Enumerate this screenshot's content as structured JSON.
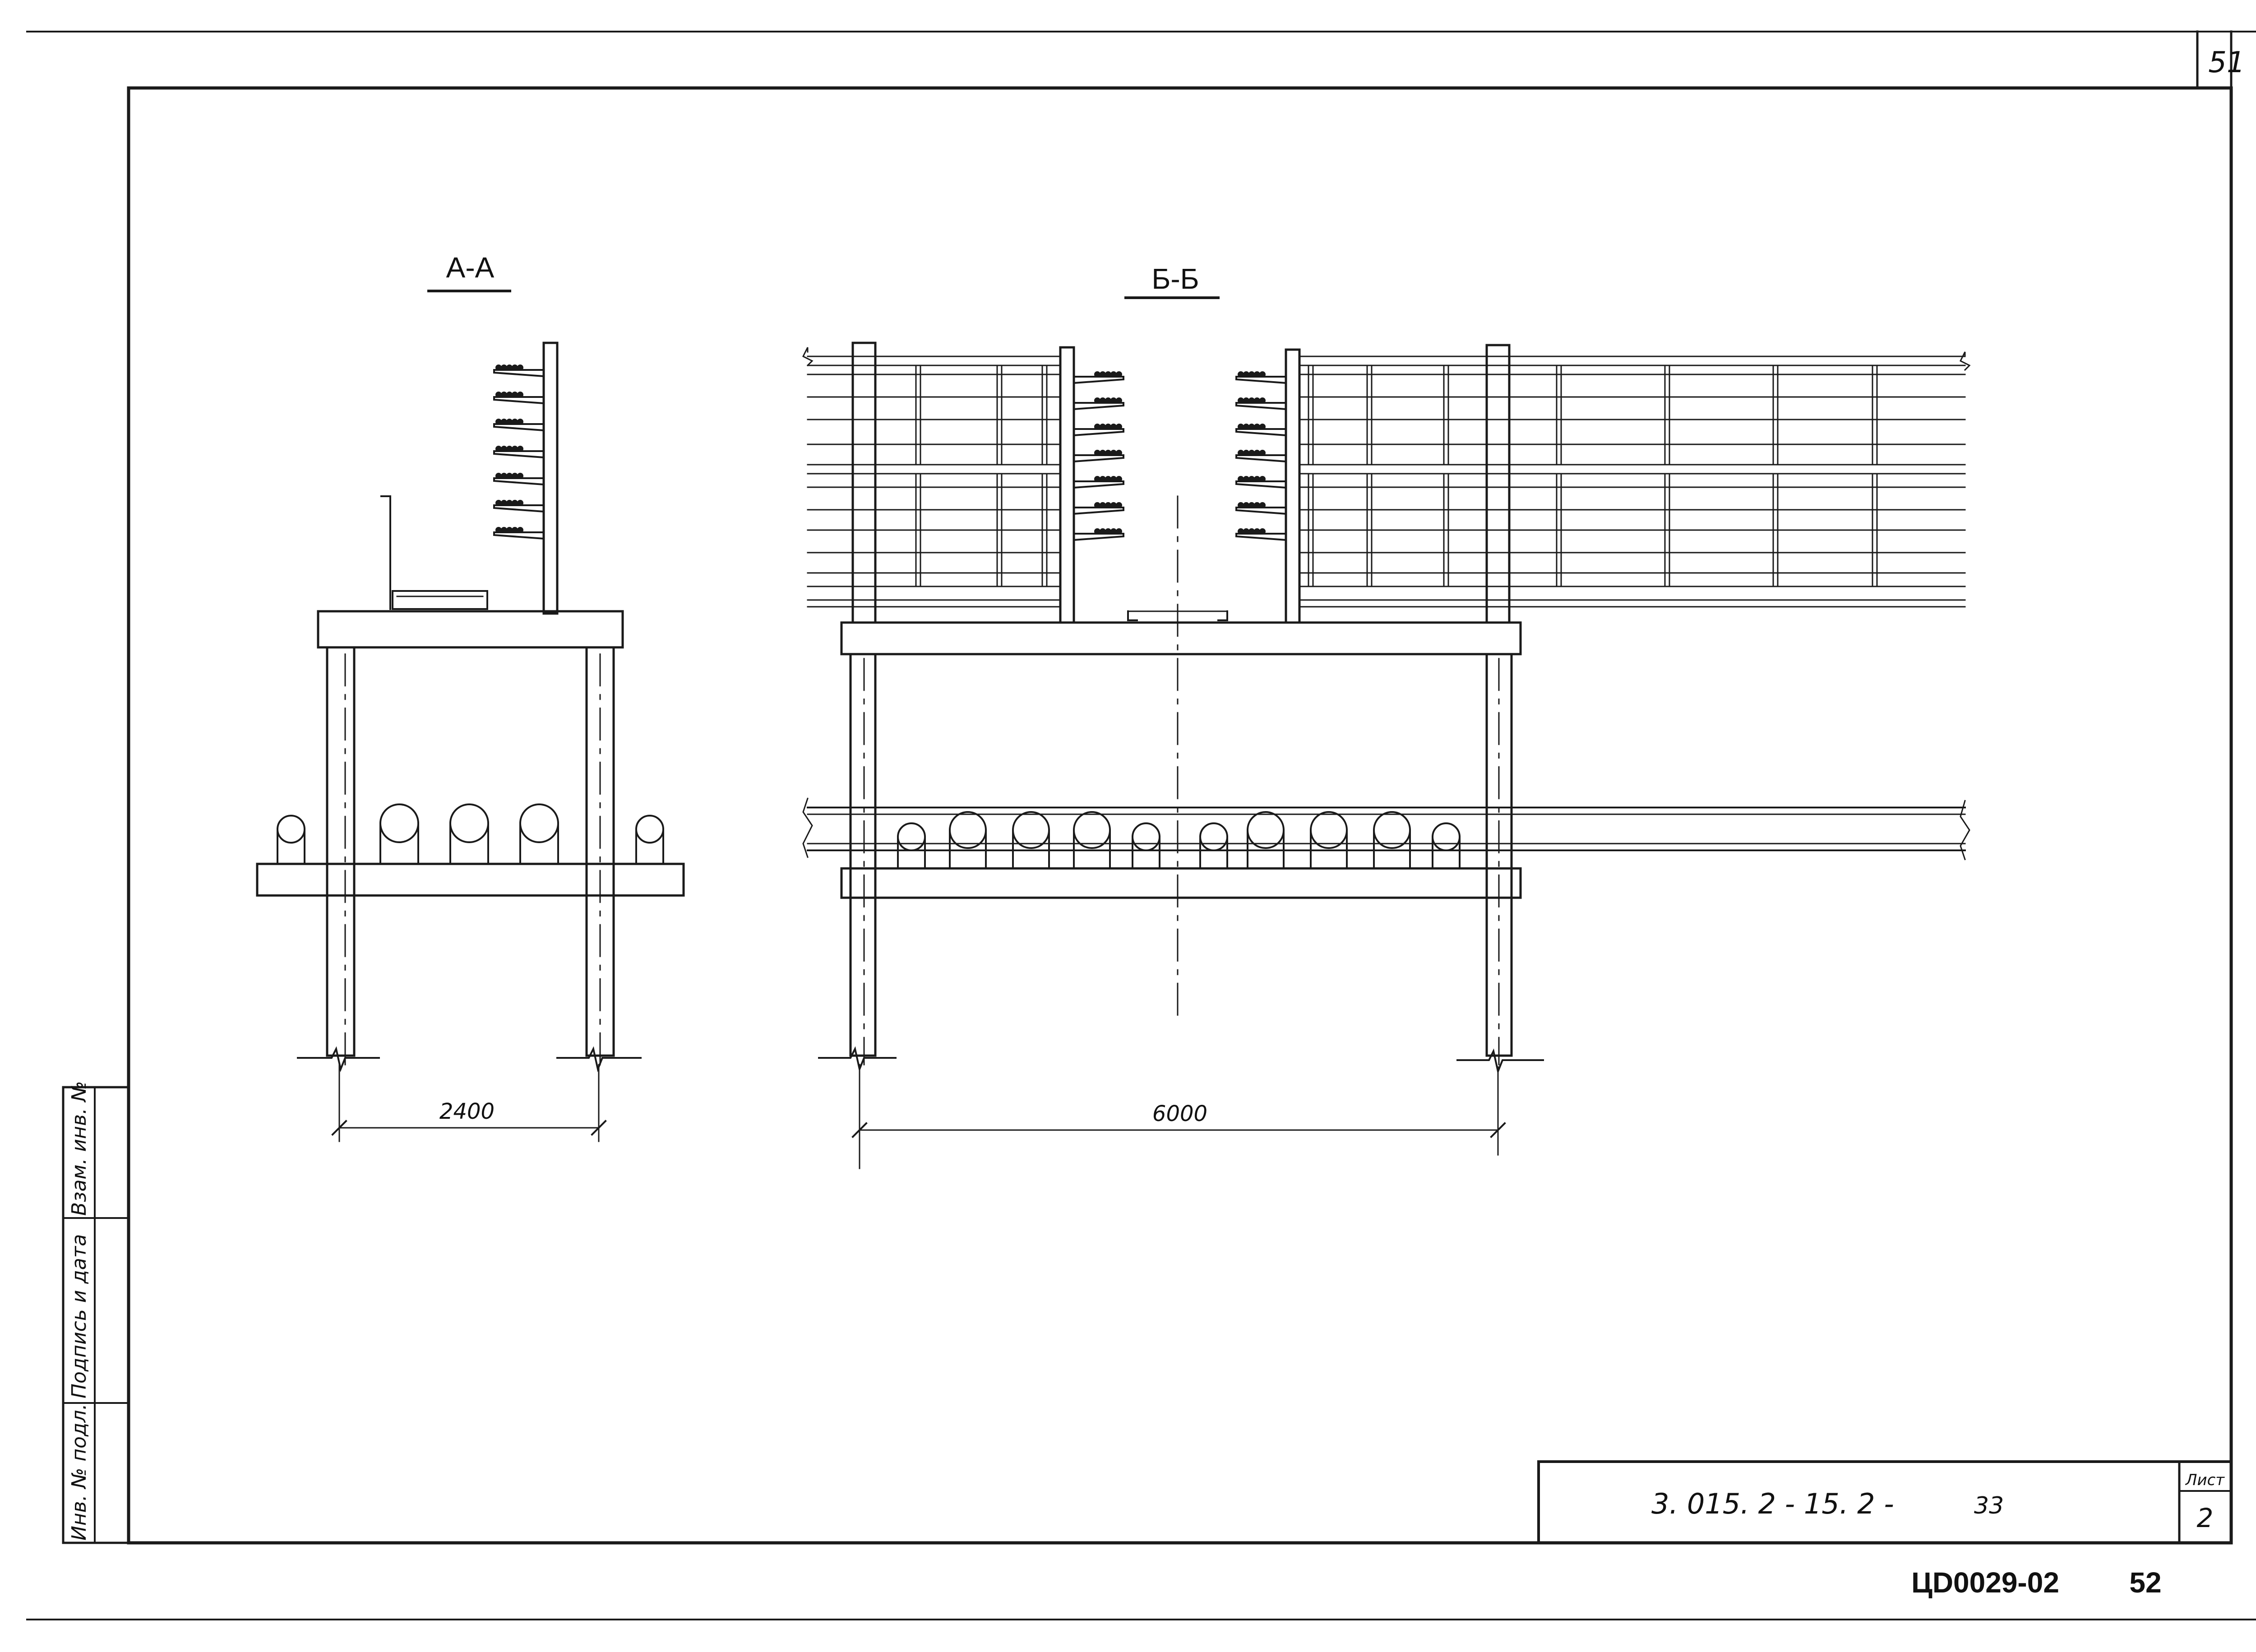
{
  "sheet": {
    "page_number_top": "51",
    "page_number_bottom": "52",
    "archive_code": "ЦD0029-02"
  },
  "sections": {
    "aa": {
      "title": "А-А",
      "dimension": "2400"
    },
    "bb": {
      "title": "Б-Б",
      "dimension": "6000"
    }
  },
  "side_stamp": {
    "col1": "Инв. № подл.",
    "col2": "Подпись и дата",
    "col3": "Взам. инв. №"
  },
  "title_block": {
    "designation": "3. 015. 2 - 15. 2 -",
    "number": "33",
    "sheet_label": "Лист",
    "sheet_value": "2"
  }
}
